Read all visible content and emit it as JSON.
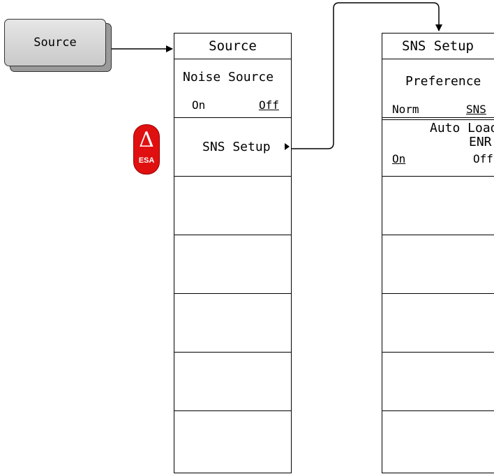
{
  "hardkey": {
    "label": "Source"
  },
  "source_menu": {
    "title": "Source",
    "noise_source": {
      "label": "Noise Source",
      "opt_on": "On",
      "opt_off": "Off"
    },
    "sns_setup": {
      "label": "SNS Setup"
    }
  },
  "badge": {
    "symbol": "Δ",
    "text": "ESA",
    "color": "#e01010"
  },
  "sns_menu": {
    "title": "SNS Setup",
    "preference": {
      "label": "Preference",
      "opt_norm": "Norm",
      "opt_sns": "SNS"
    },
    "auto_load": {
      "label_line1": "Auto Load",
      "label_line2": "ENR",
      "opt_on": "On",
      "opt_off": "Off"
    }
  }
}
